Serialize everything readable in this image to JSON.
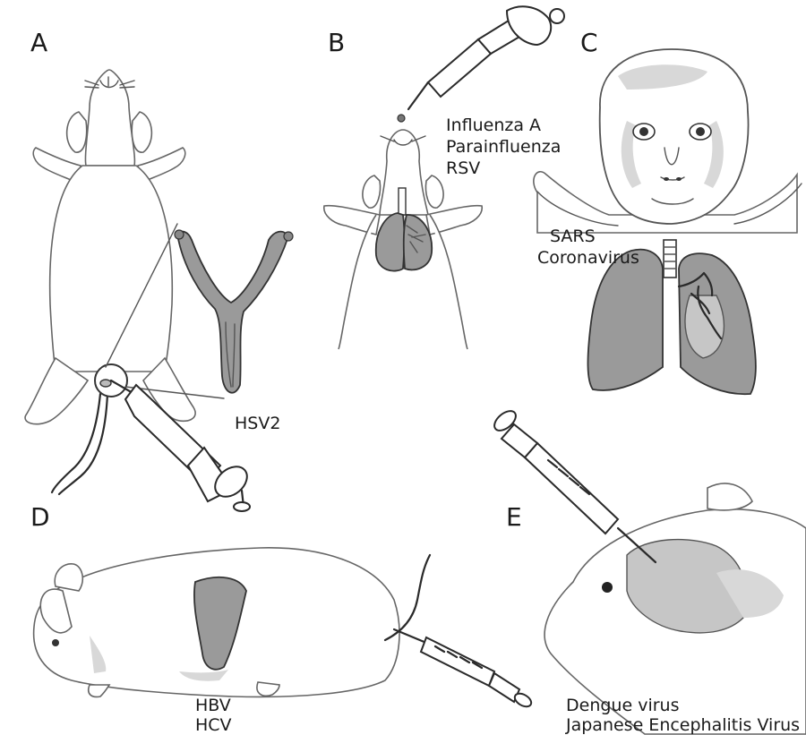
{
  "panels": {
    "a": {
      "letter": "A",
      "virus": "HSV2"
    },
    "b": {
      "letter": "B",
      "viruses": [
        "Influenza A",
        "Parainfluenza",
        "RSV"
      ]
    },
    "c": {
      "letter": "C",
      "viruses": [
        "SARS",
        "Coronavirus"
      ]
    },
    "d": {
      "letter": "D",
      "viruses": [
        "HBV",
        "HCV"
      ]
    },
    "e": {
      "letter": "E",
      "viruses": [
        "Dengue virus",
        "Japanese Encephalitis Virus"
      ]
    }
  },
  "colors": {
    "organ": "#9a9a9a",
    "organ_light": "#c6c6c6",
    "outline": "#2a2a2a"
  }
}
